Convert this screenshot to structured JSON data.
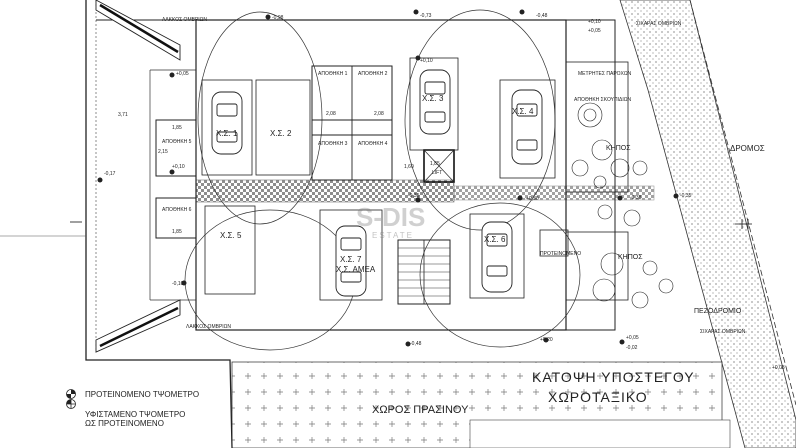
{
  "title": "ΚΑΤΟΨΗ ΥΠΟΣΤΕΓΟΥ",
  "subtitle": "ΧΩΡΟΤΑΞΙΚΟ",
  "legend": {
    "proposed": "ΠΡΟΤΕΙΝΟΜΕΝΟ ΤΨΟΜΕΤΡΟ",
    "existing": "ΥΦΙΣΤΑΜΕΝΟ ΤΨΟΜΕΤΡΟ",
    "existing_as_proposed": "ΩΣ ΠΡΟΤΕΙΝΟΜΕΝΟ"
  },
  "zones": {
    "green": "ΧΩΡΟΣ ΠΡΑΣΙΝΟΥ",
    "road": "ΔΡΟΜΟΣ",
    "pavement": "ΠΕΖΟΔΡΟΜΙΟ",
    "kipos_1": "ΚΗΠΟΣ",
    "kipos_2": "ΚΗΠΟΣ",
    "lift": "LIFT",
    "gully_top": "ΛΑΚΚΟΣ ΟΜΒΡΙΩΝ",
    "gully_bottom": "ΛΑΚΚΟΣ ΟΜΒΡΙΩΝ",
    "drain_top": "ΣΙΧΑΡΑΣ ΟΜΒΡΙΩΝ",
    "drain_bottom": "ΣΙΧΑΡΑΣ ΟΜΒΡΙΩΝ",
    "meters": "ΜΕΤΡΗΤΕΣ ΠΑΡΟΧΩΝ",
    "bins": "ΑΠΟΘΗΚΗ ΣΚΟΥΠΙΔΙΩΝ",
    "transformer": "ΠΡΟΤΕΙΝΟΜΕΝΟ"
  },
  "storages": [
    "ΑΠΟΘΗΚΗ 1",
    "ΑΠΟΘΗΚΗ 2",
    "ΑΠΟΘΗΚΗ 3",
    "ΑΠΟΘΗΚΗ 4",
    "ΑΠΟΘΗΚΗ 5",
    "ΑΠΟΘΗΚΗ 6"
  ],
  "parking": [
    "Χ.Σ. 1",
    "Χ.Σ. 2",
    "Χ.Σ. 3",
    "Χ.Σ. 4",
    "Χ.Σ. 5",
    "Χ.Σ. 6",
    "Χ.Σ. 7",
    "Χ.Σ. ΑΜΕΑ"
  ],
  "levels": [
    "-0,98",
    "-0,73",
    "-0,48",
    "+0,10",
    "+0,05",
    "+0,05",
    "-0,17",
    "+0,10",
    "-0,35",
    "+0,30",
    "-0,38",
    "-0,35",
    "-0,10",
    "-0,48",
    "+0,20",
    "-0,02",
    "+0,03",
    "+0,10",
    "+0,05"
  ],
  "dims": [
    "2,08",
    "2,08",
    "1,85",
    "1,85",
    "1,60",
    "1,85",
    "3,71",
    "2,15"
  ],
  "watermark": "S-DIS",
  "watermark_sub": "ESTATE",
  "colors": {
    "line": "#333333",
    "hatch": "#222222",
    "green_dot": "#555555"
  }
}
